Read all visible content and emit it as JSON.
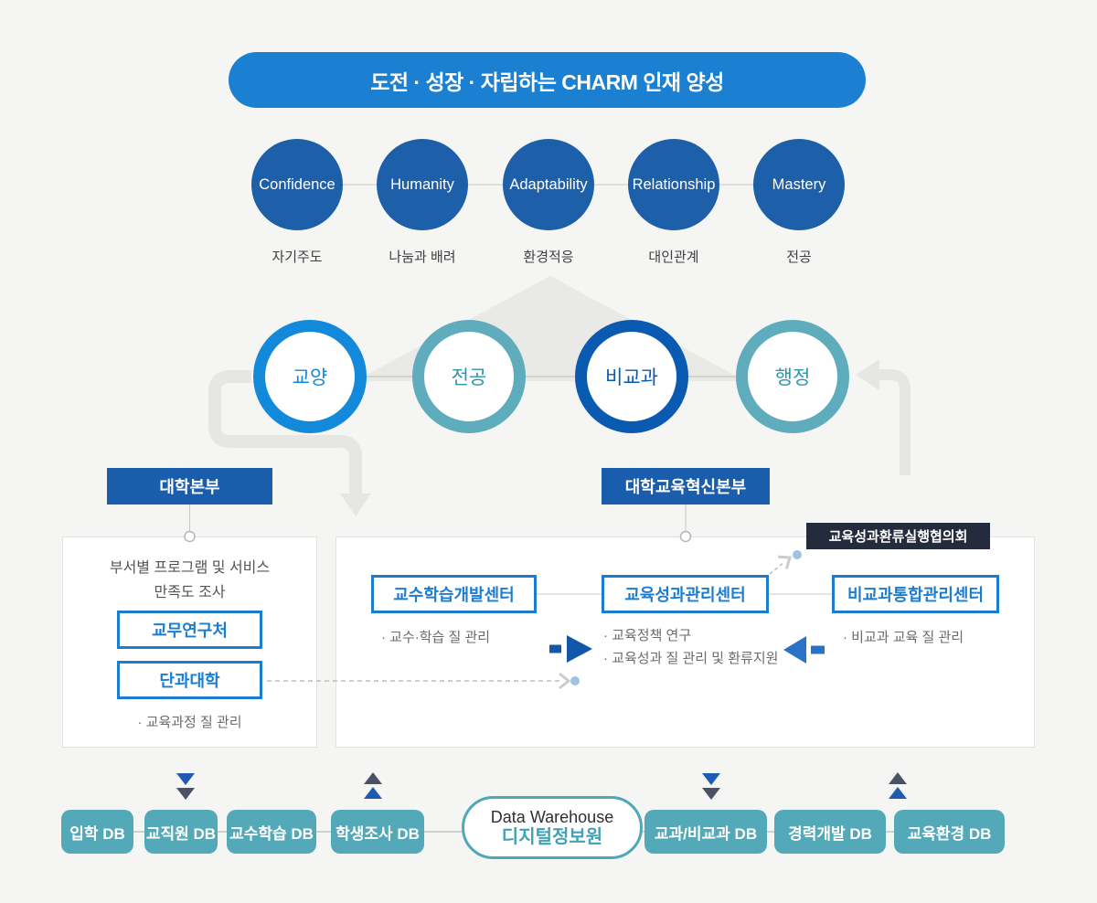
{
  "header": {
    "title": "도전 · 성장 · 자립하는 CHARM 인재 양성"
  },
  "charm_values": [
    {
      "en": "Confidence",
      "ko": "자기주도"
    },
    {
      "en": "Humanity",
      "ko": "나눔과 배려"
    },
    {
      "en": "Adaptability",
      "ko": "환경적응"
    },
    {
      "en": "Relationship",
      "ko": "대인관계"
    },
    {
      "en": "Mastery",
      "ko": "전공"
    }
  ],
  "areas": [
    {
      "label": "교양",
      "color": "#1389dc"
    },
    {
      "label": "전공",
      "color": "#5fadbc"
    },
    {
      "label": "비교과",
      "color": "#0b5ab2"
    },
    {
      "label": "행정",
      "color": "#5fadbc"
    }
  ],
  "university_hq": {
    "title": "대학본부",
    "description_line1": "부서별 프로그램 및 서비스",
    "description_line2": "만족도 조사",
    "units": [
      "교무연구처",
      "단과대학"
    ],
    "note": "· 교육과정 질 관리"
  },
  "innovation_hq": {
    "title": "대학교육혁신본부",
    "council": "교육성과환류실행협의회",
    "centers": [
      {
        "name": "교수학습개발센터",
        "notes": [
          "· 교수·학습 질 관리"
        ]
      },
      {
        "name": "교육성과관리센터",
        "notes": [
          "· 교육정책 연구",
          "· 교육성과 질 관리 및 환류지원"
        ]
      },
      {
        "name": "비교과통합관리센터",
        "notes": [
          "· 비교과 교육 질 관리"
        ]
      }
    ]
  },
  "data_warehouse": {
    "line1": "Data Warehouse",
    "line2": "디지털정보원"
  },
  "databases": [
    "입학 DB",
    "교직원 DB",
    "교수학습 DB",
    "학생조사 DB",
    "교과/비교과 DB",
    "경력개발 DB",
    "교육환경 DB"
  ],
  "colors": {
    "background": "#f5f5f4",
    "title_pill": "#1b7fd2",
    "charm_circle": "#1e5fa9",
    "area_general": "#1389dc",
    "area_major": "#5fadbc",
    "area_extracurricular": "#0b5ab2",
    "area_admin": "#5fadbc",
    "hq_box": "#1a5dad",
    "council_box": "#232b3c",
    "center_box_border": "#1b7cd0",
    "db_box": "#54a9b9",
    "warehouse_border": "#4fa8b8",
    "arrow_right_blue": "#1358a8",
    "arrow_left_blue": "#2a72c8",
    "flow_gray": "#e6e6e5"
  }
}
